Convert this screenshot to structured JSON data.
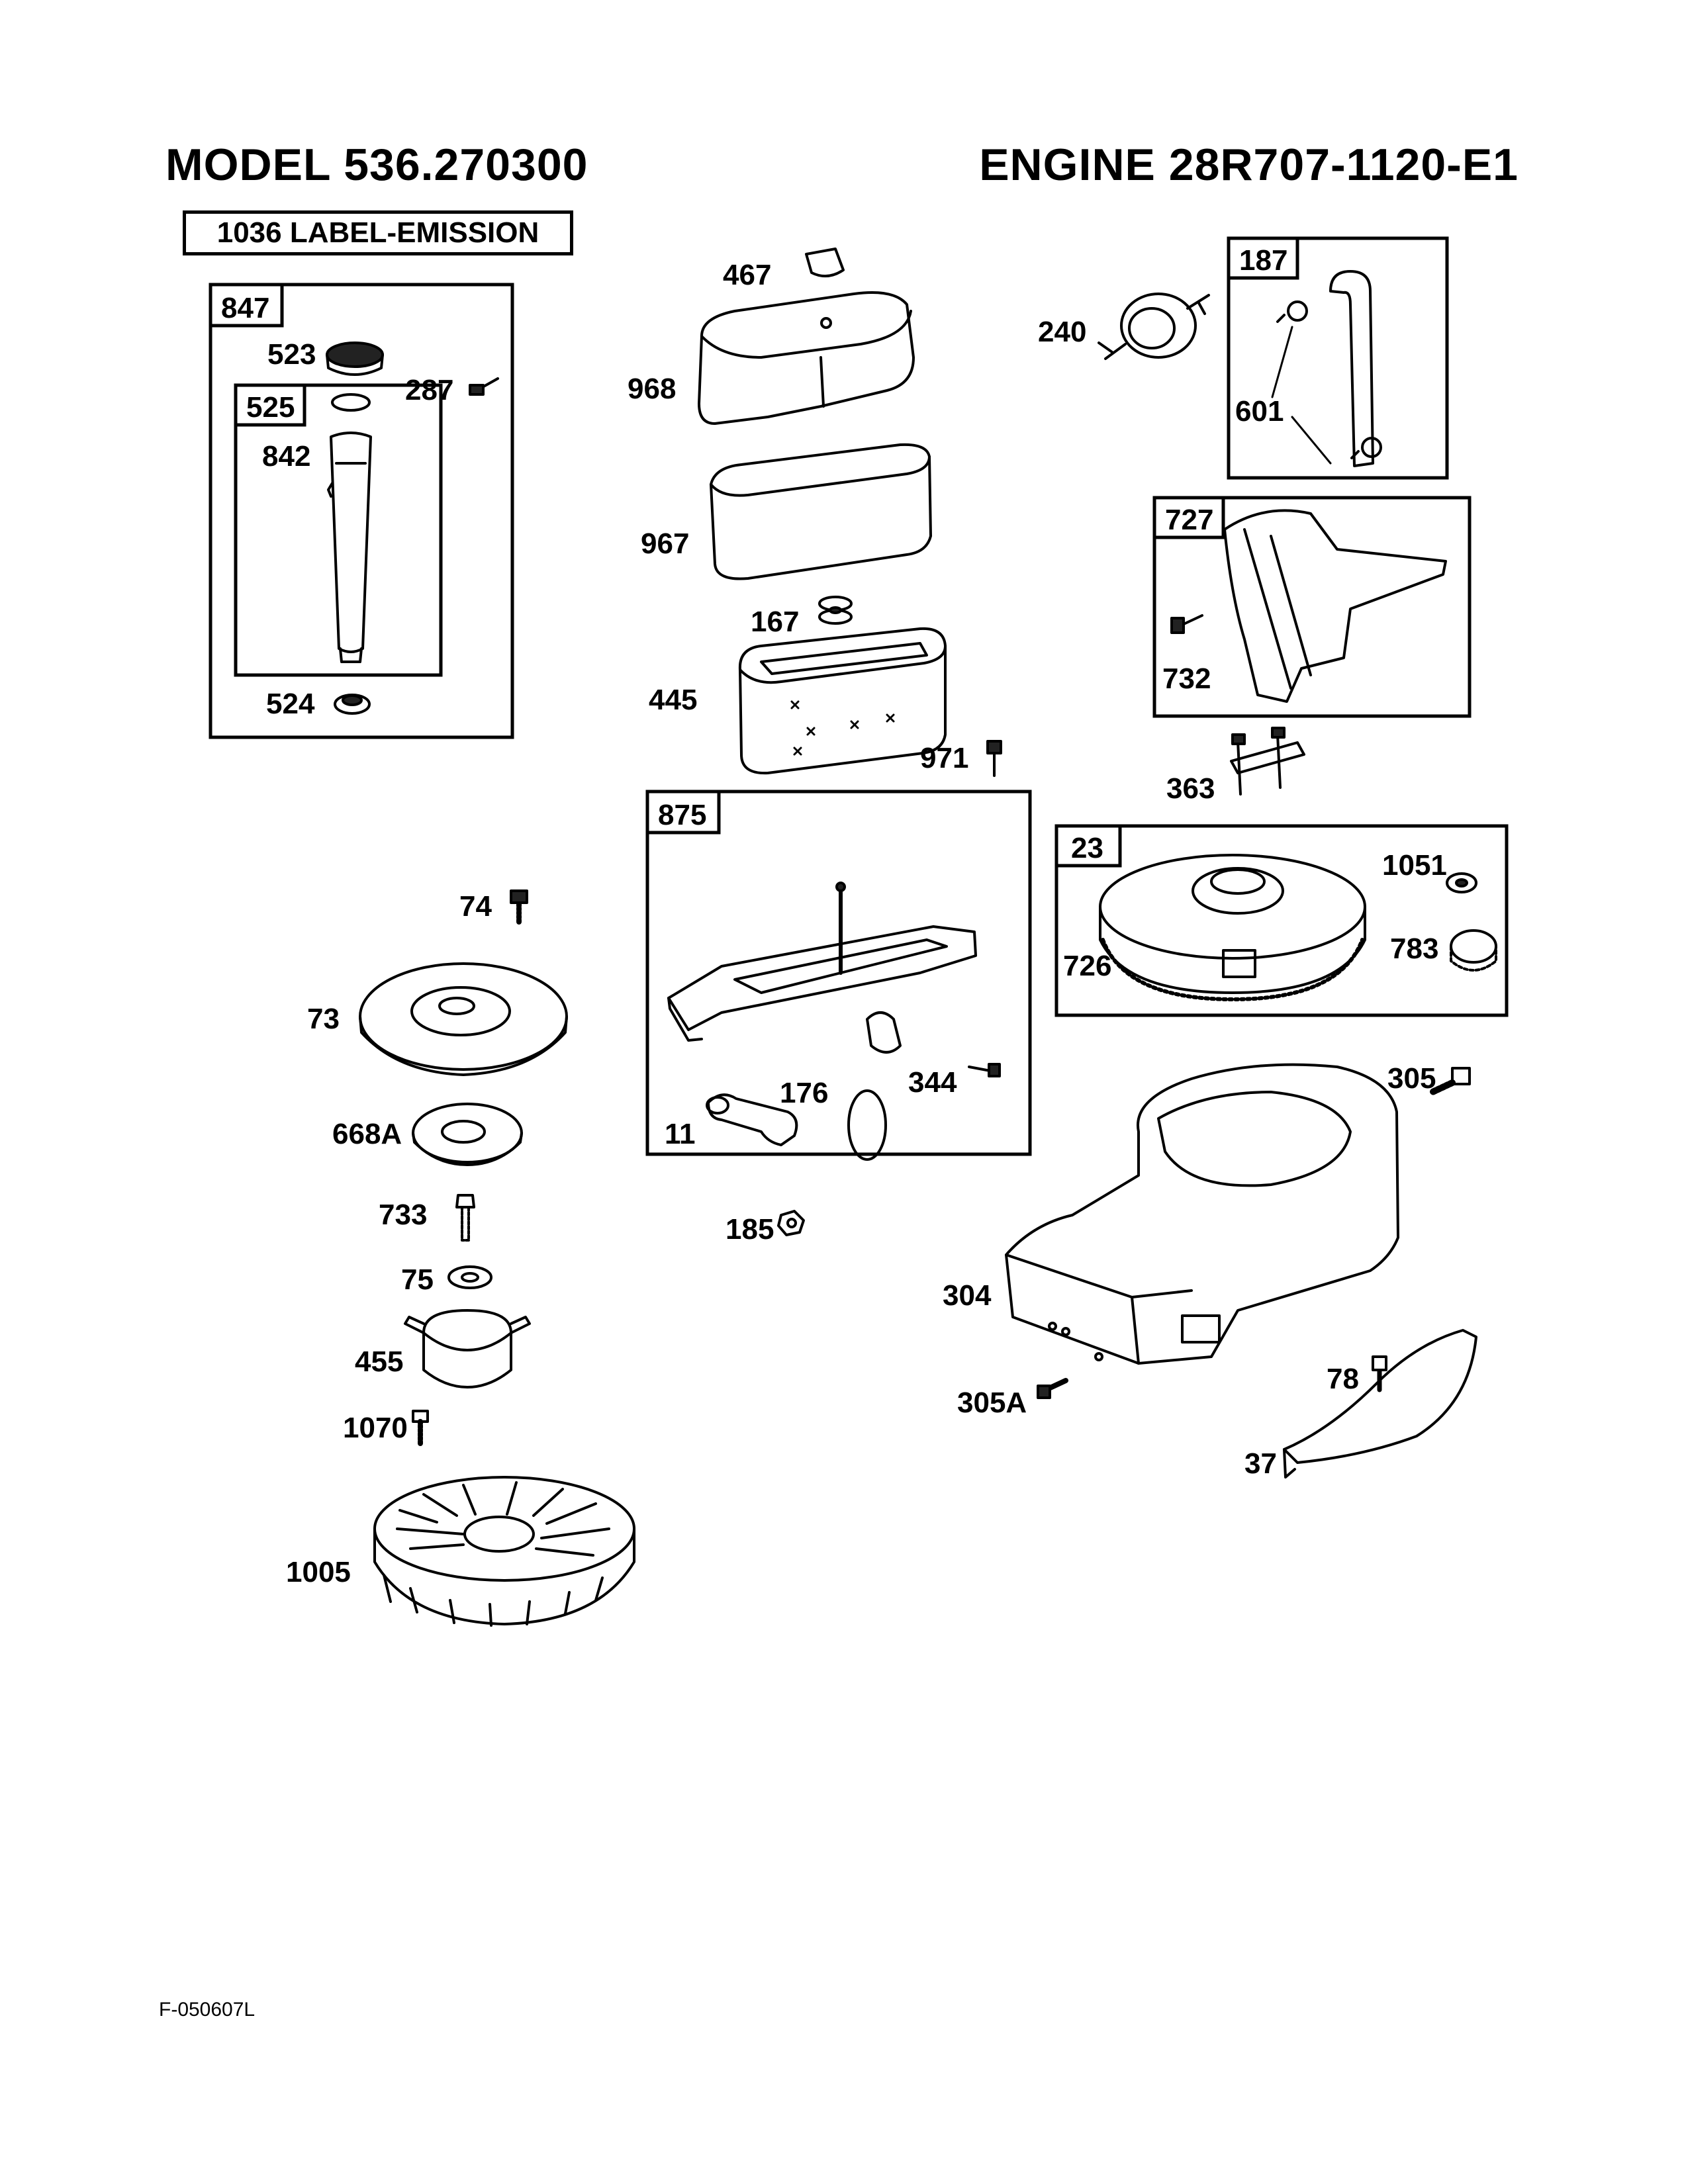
{
  "header": {
    "model": "MODEL 536.270300",
    "engine": "ENGINE 28R707-1120-E1"
  },
  "label_box": "1036  LABEL-EMISSION",
  "footer_ref": "F-050607L",
  "groups": {
    "g847": "847",
    "g525": "525",
    "g187": "187",
    "g727": "727",
    "g875": "875",
    "g23": "23"
  },
  "callouts": {
    "c523": "523",
    "c287": "287",
    "c842": "842",
    "c524": "524",
    "c467": "467",
    "c968": "968",
    "c967": "967",
    "c167": "167",
    "c445": "445",
    "c971": "971",
    "c240": "240",
    "c601": "601",
    "c732": "732",
    "c363": "363",
    "c1051": "1051",
    "c726": "726",
    "c783": "783",
    "c74": "74",
    "c73": "73",
    "c668A": "668A",
    "c733": "733",
    "c75": "75",
    "c455": "455",
    "c1070": "1070",
    "c1005": "1005",
    "c176": "176",
    "c344": "344",
    "c11": "11",
    "c185": "185",
    "c305": "305",
    "c304": "304",
    "c305A": "305A",
    "c78": "78",
    "c37": "37"
  }
}
